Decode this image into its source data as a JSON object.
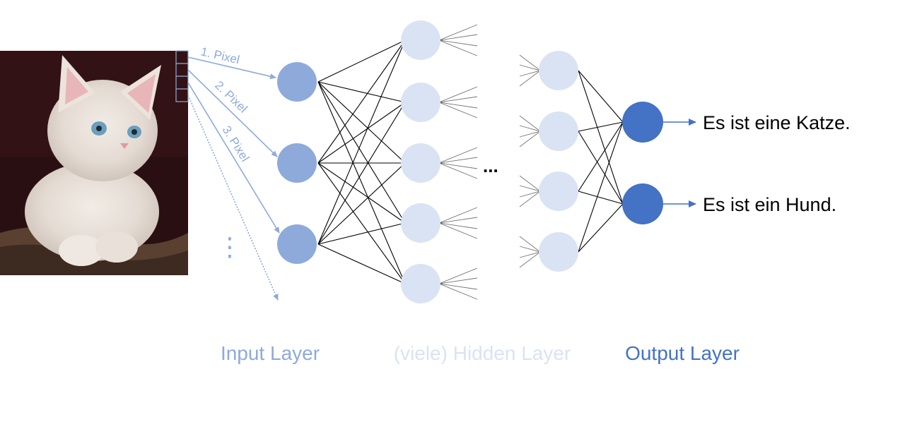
{
  "pixel_labels": [
    "1. Pixel",
    "2. Pixel",
    "3. Pixel"
  ],
  "ellipsis_vertical": "⋮",
  "ellipsis_horizontal": "...",
  "outputs": [
    "Es ist eine Katze.",
    "Es ist ein Hund."
  ],
  "layers": {
    "input": "Input Layer",
    "hidden": "(viele) Hidden Layer",
    "output": "Output Layer"
  },
  "colors": {
    "input_node": "#8eaadb",
    "hidden_node": "#dae3f3",
    "output_node": "#4472c4",
    "input_label": "#8eaadb",
    "hidden_label": "#dae3f3",
    "output_label": "#4472c4"
  },
  "image": {
    "subject": "kitten-photo"
  }
}
